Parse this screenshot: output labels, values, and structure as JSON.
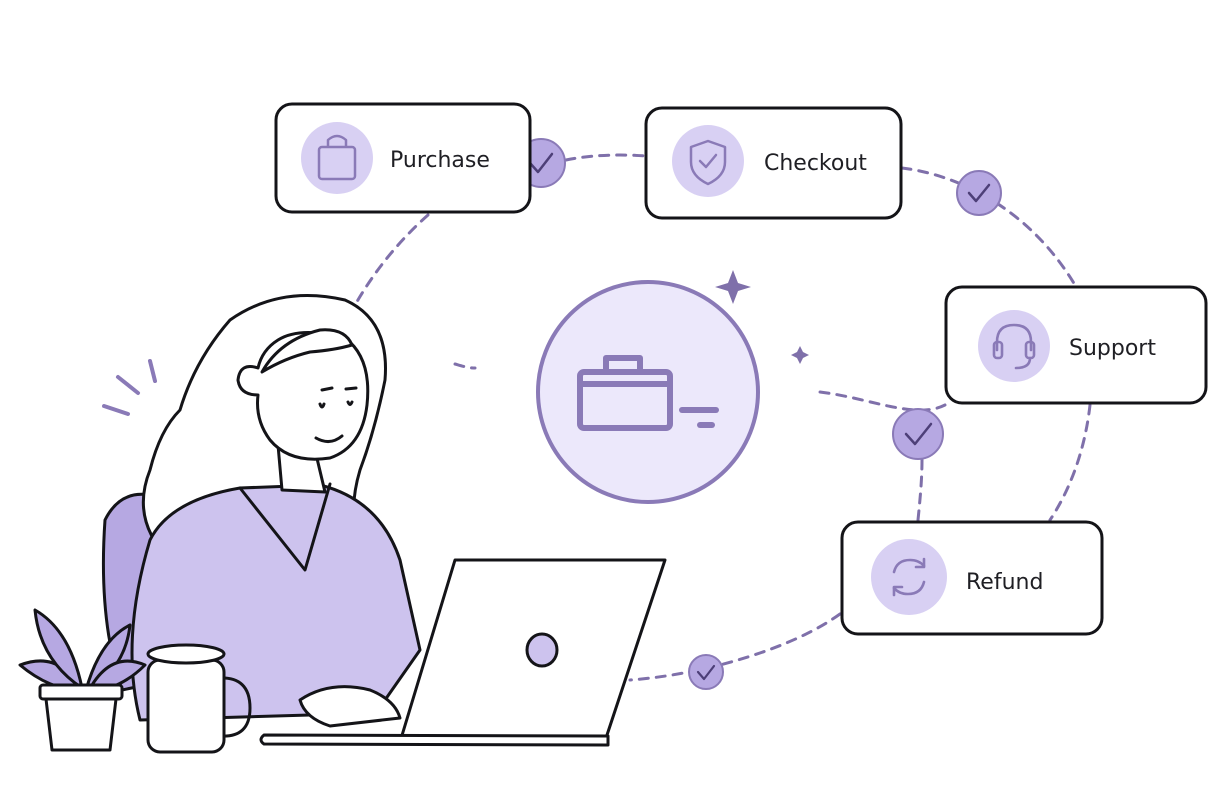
{
  "steps": [
    {
      "label": "Purchase",
      "icon": "shopping-bag-icon"
    },
    {
      "label": "Checkout",
      "icon": "shield-check-icon"
    },
    {
      "label": "Support",
      "icon": "headset-icon"
    },
    {
      "label": "Refund",
      "icon": "refresh-icon"
    }
  ],
  "center_icon": "briefcase-icon",
  "colors": {
    "accent": "#8a7ab7",
    "accent_light": "#cdc3ee",
    "accent_pale": "#ece8fb",
    "outline": "#141418",
    "dash": "#7f70aa"
  }
}
